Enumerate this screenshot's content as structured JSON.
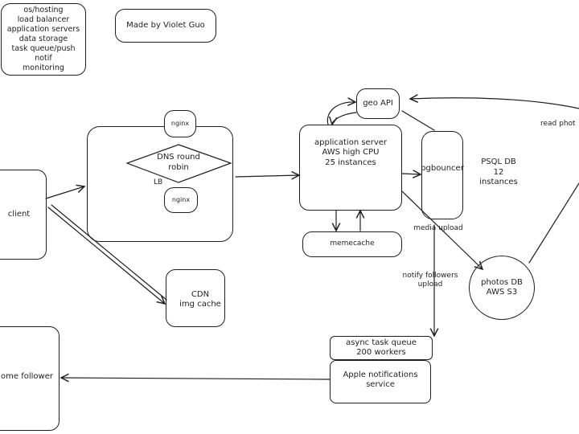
{
  "legend": {
    "lines": [
      "os/hosting",
      "load balancer",
      "application servers",
      "data storage",
      "task queue/push",
      "notif",
      "monitoring"
    ]
  },
  "credit": "Made by Violet Guo",
  "nodes": {
    "client": "client",
    "nginx_top": "nginx",
    "dns": "DNS round\nrobin",
    "lb": "LB",
    "nginx_bottom": "nginx",
    "cdn": "CDN\nimg cache",
    "geo_api": "geo API",
    "app_server": "application server\nAWS high CPU\n25 instances",
    "memecache": "memecache",
    "pgbouncer": "pgbouncer",
    "psql": "PSQL DB\n12\ninstances",
    "photos": "photos DB\nAWS S3",
    "task_queue": "async task queue\n200 workers",
    "apple": "Apple notifications\nservice",
    "follower": "ome follower"
  },
  "edge_labels": {
    "media_upload": "media upload",
    "notify": "notify followers\nupload",
    "read_photo": "read phot"
  }
}
